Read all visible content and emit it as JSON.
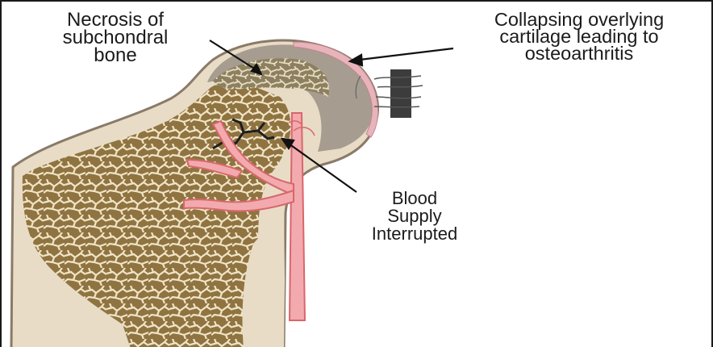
{
  "labels": {
    "necrosis": "Necrosis of\nsubchondral\nbone",
    "cartilage": "Collapsing overlying\ncartilage leading to\nosteoarthritis",
    "blood_supply": "Blood\nSupply\nInterrupted"
  },
  "colors": {
    "bone_outline": "#8a7a68",
    "bone_fill": "#e8dcc6",
    "trabecular": "#8f7442",
    "trabecular_line": "#f1e4c6",
    "necrotic_zone": "#9e958a",
    "cartilage": "#e8b4bc",
    "vessel": "#d9666c",
    "vessel_fill": "#f2aaae",
    "frame": "#1a1a1a"
  }
}
